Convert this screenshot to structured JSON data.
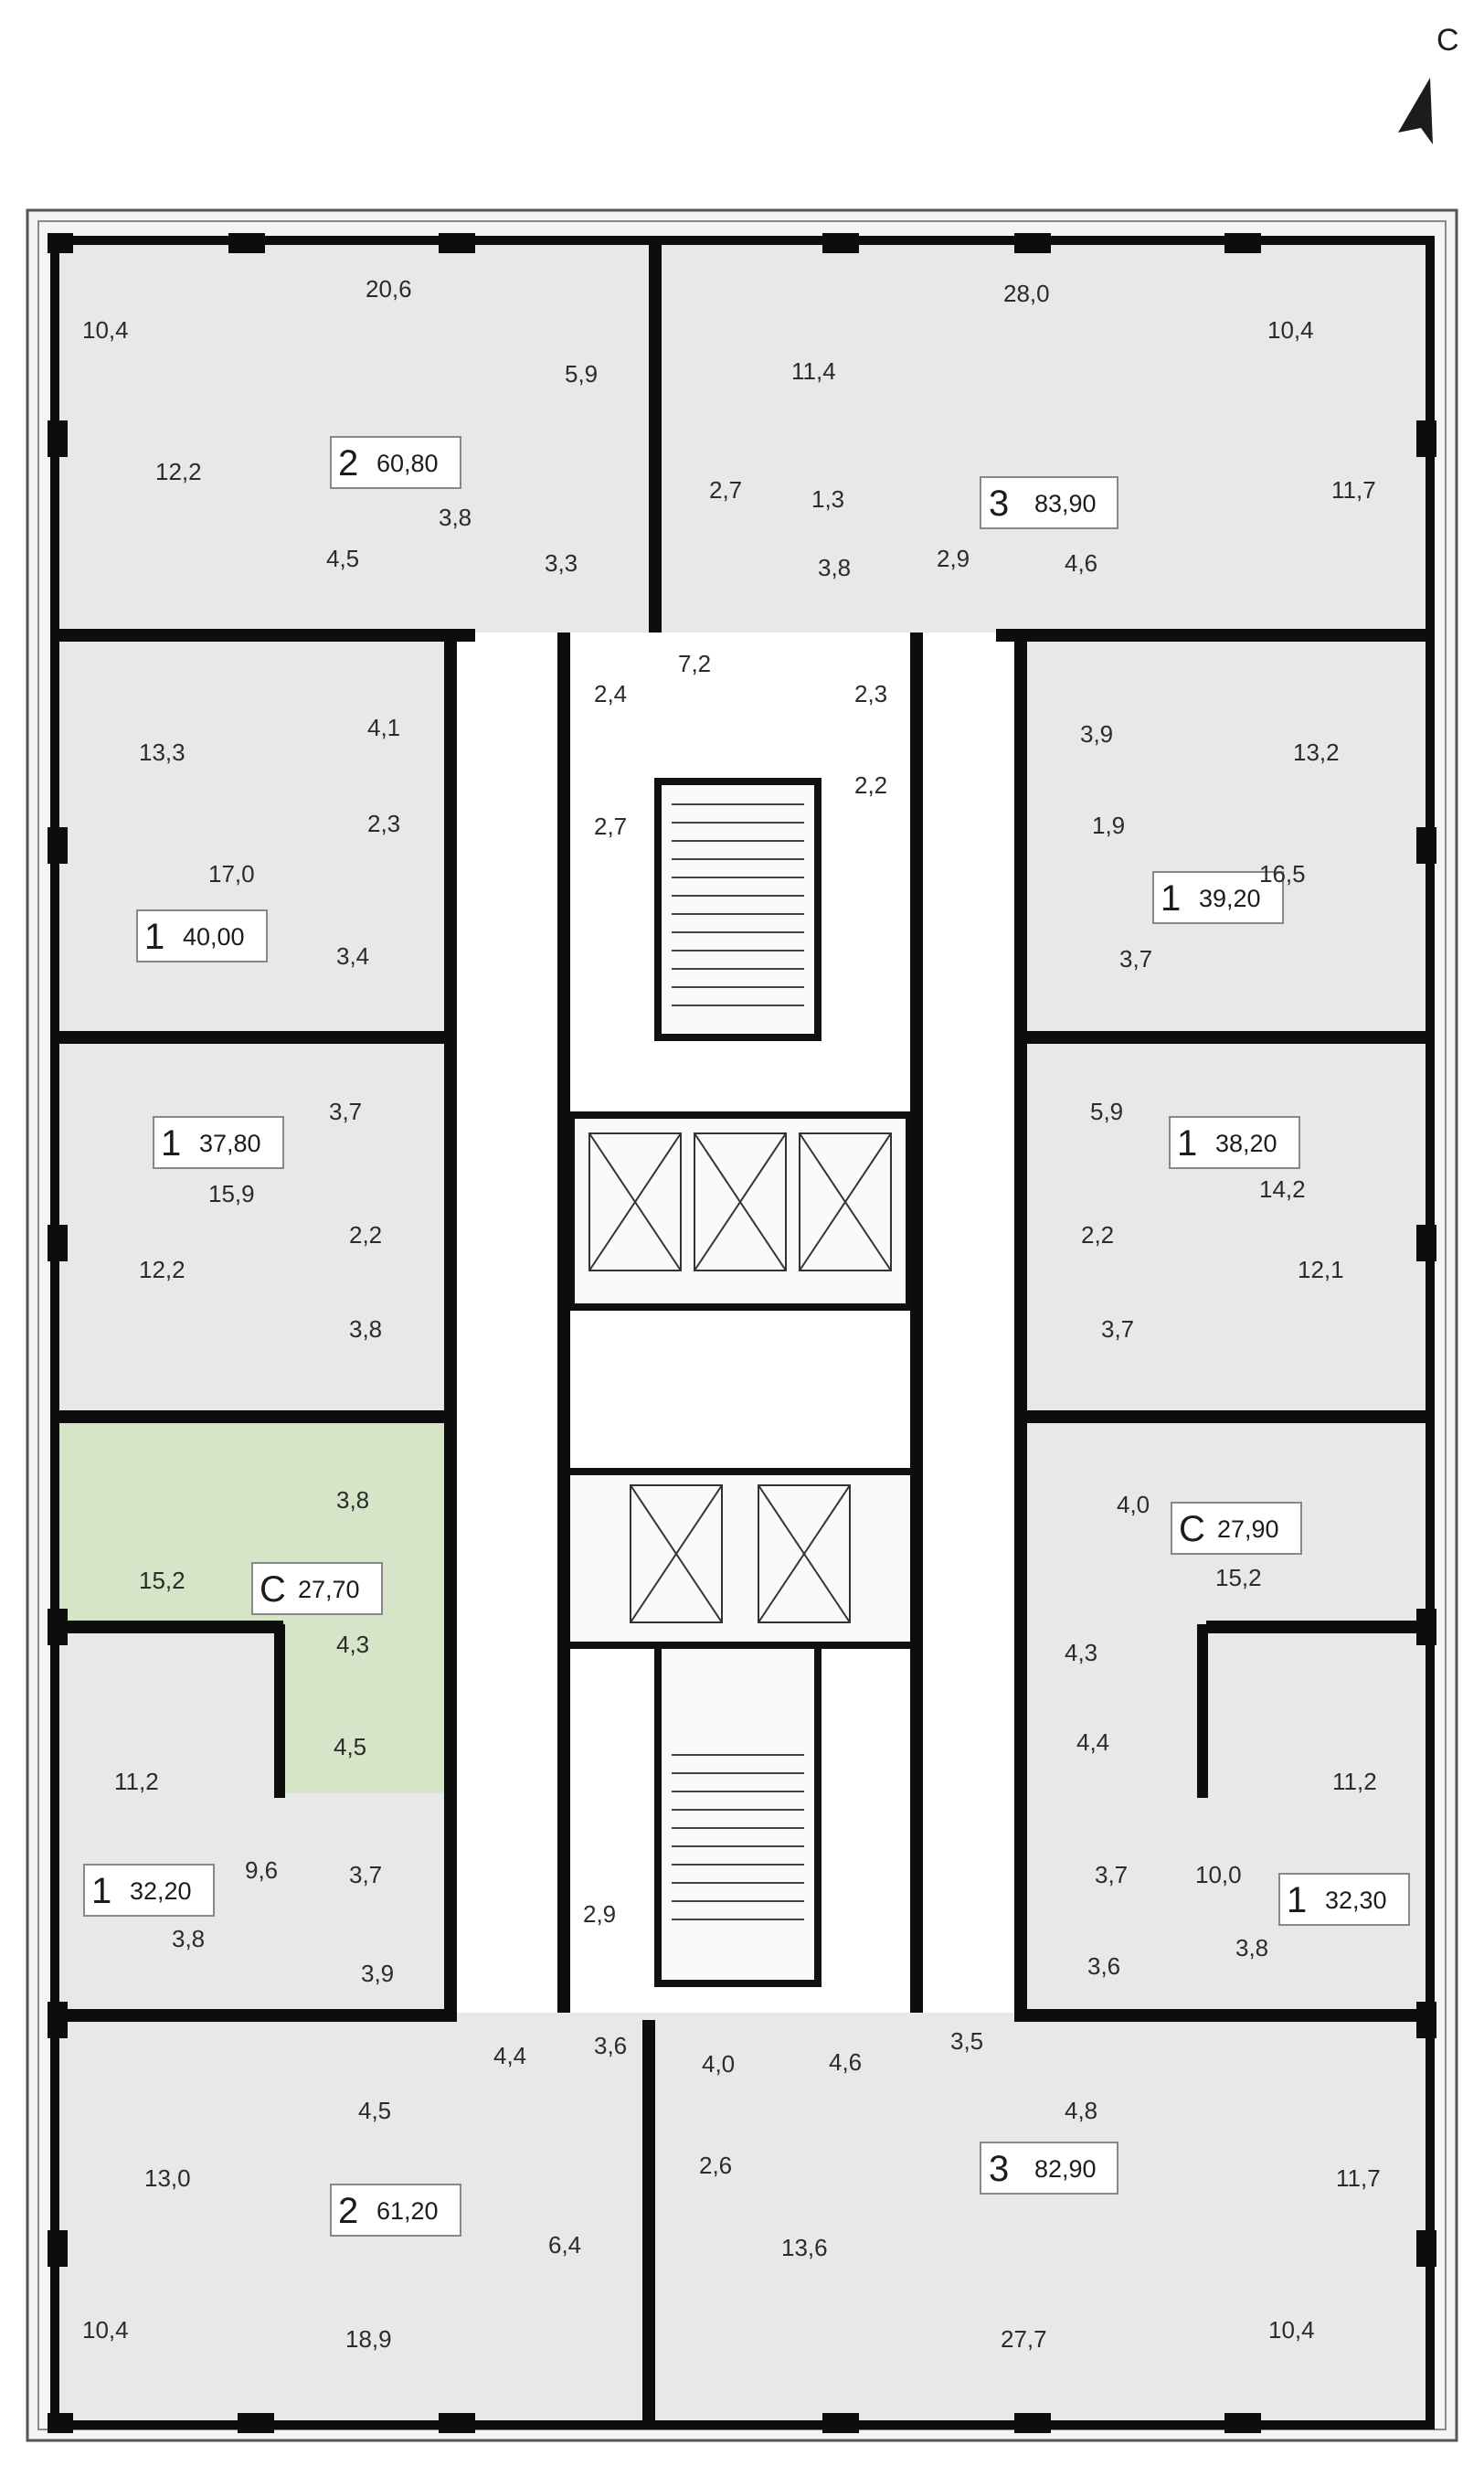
{
  "compass": {
    "label": "С"
  },
  "colors": {
    "room_fill": "#e7e9e7",
    "corridor_fill": "#ffffff",
    "highlight_fill": "#d6e5c7",
    "wall": "#0d0d0d",
    "text": "#2b2b2b"
  },
  "apartments": [
    {
      "rooms": "2",
      "area": "60,80"
    },
    {
      "rooms": "3",
      "area": "83,90"
    },
    {
      "rooms": "1",
      "area": "40,00"
    },
    {
      "rooms": "1",
      "area": "39,20"
    },
    {
      "rooms": "1",
      "area": "37,80"
    },
    {
      "rooms": "1",
      "area": "38,20"
    },
    {
      "rooms": "С",
      "area": "27,70",
      "highlighted": true
    },
    {
      "rooms": "С",
      "area": "27,90"
    },
    {
      "rooms": "1",
      "area": "32,20"
    },
    {
      "rooms": "1",
      "area": "32,30"
    },
    {
      "rooms": "2",
      "area": "61,20"
    },
    {
      "rooms": "3",
      "area": "82,90"
    }
  ],
  "room_labels": [
    "10,4",
    "20,6",
    "5,9",
    "12,2",
    "3,8",
    "4,5",
    "3,3",
    "11,4",
    "2,7",
    "1,3",
    "3,8",
    "28,0",
    "10,4",
    "11,7",
    "2,9",
    "4,6",
    "2,4",
    "7,2",
    "2,3",
    "4,1",
    "2,7",
    "13,3",
    "2,3",
    "3,9",
    "13,2",
    "2,2",
    "1,9",
    "17,0",
    "16,5",
    "3,4",
    "3,7",
    "3,7",
    "5,9",
    "15,9",
    "14,2",
    "2,2",
    "2,2",
    "12,2",
    "12,1",
    "3,8",
    "3,7",
    "3,8",
    "4,0",
    "15,2",
    "15,2",
    "4,3",
    "4,3",
    "4,5",
    "4,4",
    "11,2",
    "11,2",
    "9,6",
    "3,7",
    "3,7",
    "10,0",
    "3,8",
    "3,8",
    "3,9",
    "3,6",
    "2,9",
    "4,4",
    "3,6",
    "4,0",
    "4,6",
    "3,5",
    "4,5",
    "4,8",
    "13,0",
    "2,6",
    "11,7",
    "13,6",
    "6,4",
    "10,4",
    "18,9",
    "27,7",
    "10,4"
  ]
}
